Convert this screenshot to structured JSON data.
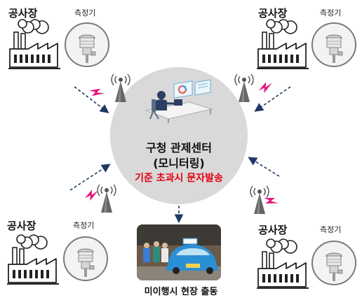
{
  "sites": {
    "top_left": {
      "title": "공사장",
      "meter_label": "측정기"
    },
    "top_right": {
      "title": "공사장",
      "meter_label": "측정기"
    },
    "bottom_left": {
      "title": "공사장",
      "meter_label": "측정기"
    },
    "bottom_right": {
      "title": "공사장",
      "meter_label": "측정기"
    }
  },
  "center": {
    "line1": "구청 관제센터",
    "line2": "(모니터링)",
    "alert": "기준 초과시 문자발송"
  },
  "field": {
    "caption": "미이행시 현장 출동"
  },
  "colors": {
    "alert_red": "#e60012",
    "lightning_pink": "#e8127c",
    "arrow_navy": "#1f3864",
    "center_grey": "#d9d9d9"
  }
}
